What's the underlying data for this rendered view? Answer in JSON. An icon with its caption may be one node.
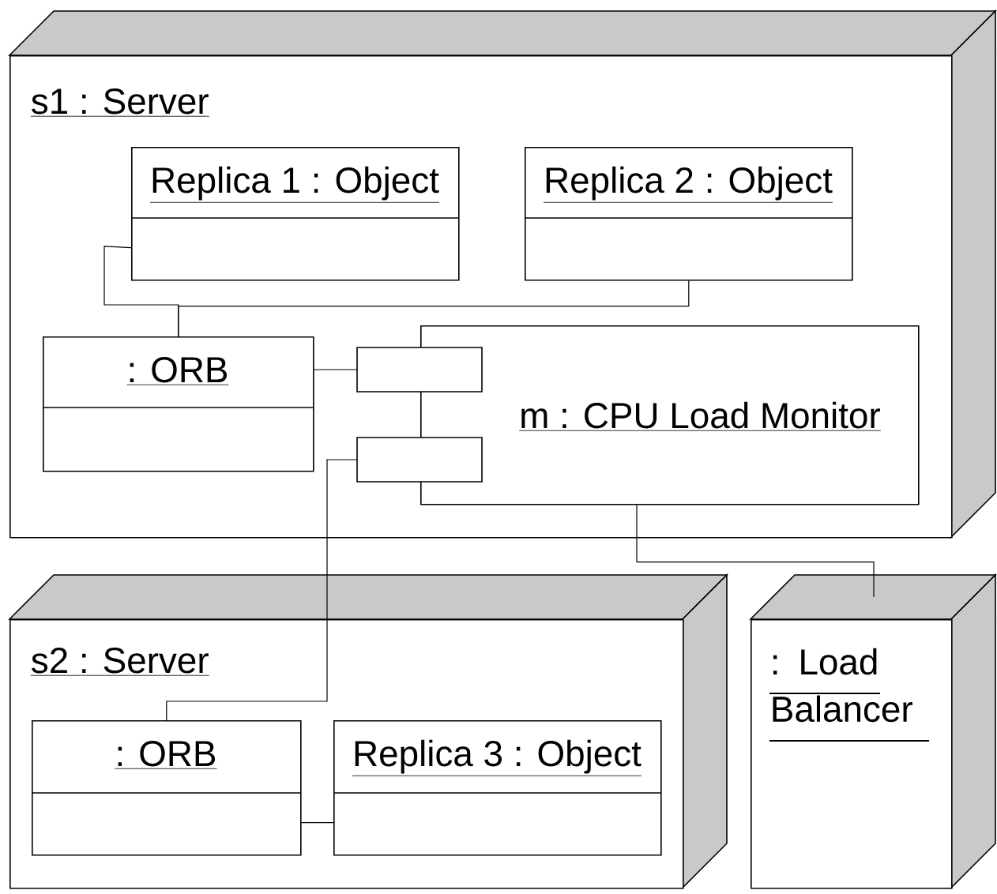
{
  "diagram": {
    "nodes": [
      {
        "text": [
          "s1 : Server"
        ]
      },
      {
        "text": [
          "Replica 1 : Object"
        ],
        "in": 0
      },
      {
        "text": [
          "Replica 2 : Object"
        ],
        "in": 0
      },
      {
        "text": [
          ": ORB"
        ],
        "in": 0
      },
      {
        "text": [
          "m : CPU Load Monitor"
        ],
        "in": 0
      },
      {
        "text": [
          "s2 : Server"
        ]
      },
      {
        "text": [
          ": ORB"
        ],
        "in": 5
      },
      {
        "text": [
          "Replica 3 : Object"
        ],
        "in": 5
      },
      {
        "text": [
          ": Load Balancer"
        ]
      }
    ],
    "edges": [
      {
        "from": 1,
        "to": 3,
        "arrow": "none"
      },
      {
        "from": 2,
        "to": 3,
        "arrow": "none"
      },
      {
        "from": 3,
        "to": 4,
        "arrow": "none"
      },
      {
        "from": 4,
        "to": 6,
        "arrow": "none"
      },
      {
        "from": 6,
        "to": 7,
        "arrow": "none"
      },
      {
        "from": 4,
        "to": 8,
        "arrow": "none"
      }
    ]
  }
}
